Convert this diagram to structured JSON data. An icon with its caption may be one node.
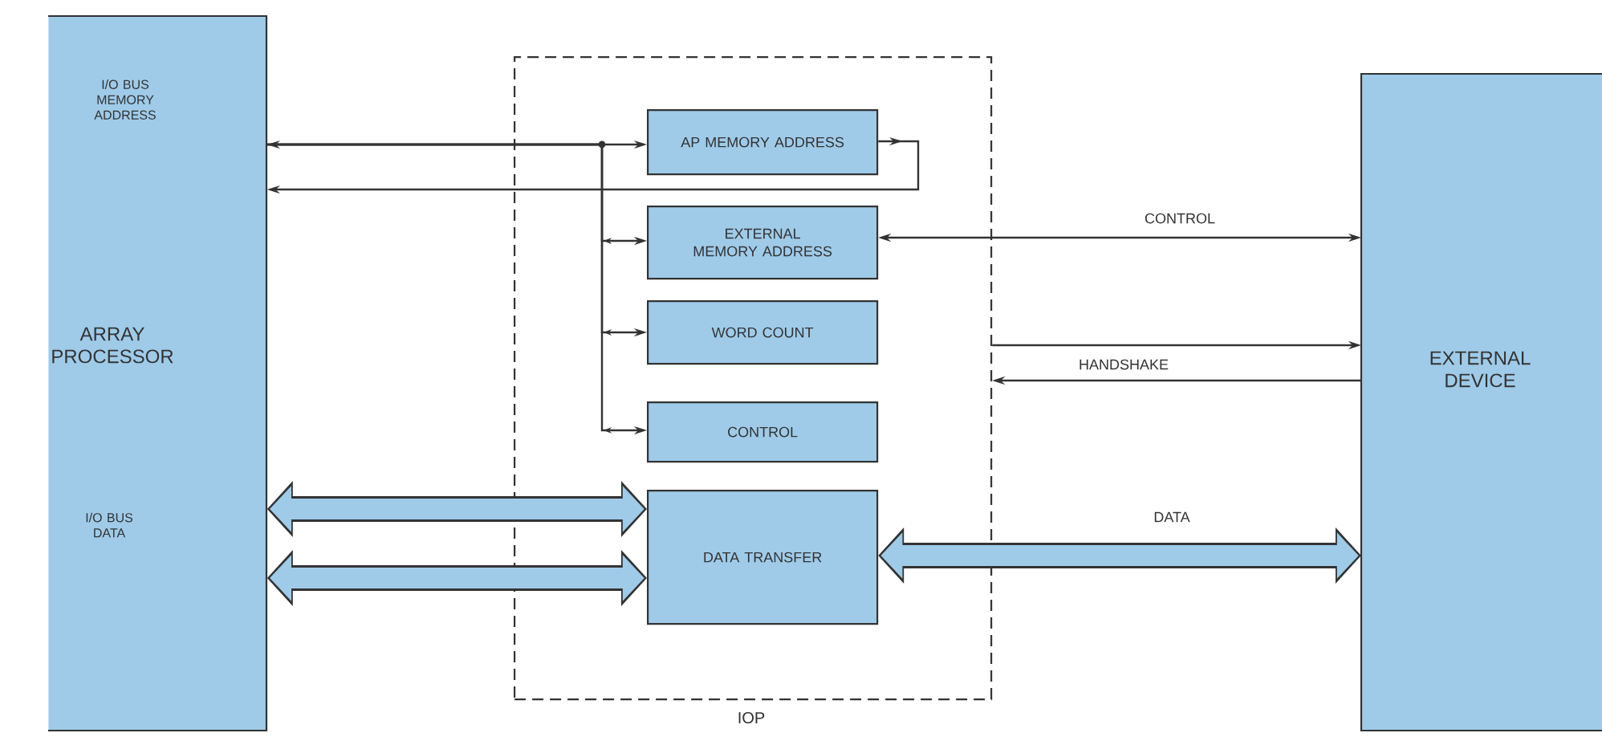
{
  "diagram": {
    "nodes": [
      {
        "text": [
          "I/O BUS MEMORY ADDRESS",
          "ARRAY PROCESSOR",
          "I/O BUS DATA"
        ]
      },
      {
        "text": [
          "IOP"
        ]
      },
      {
        "text": [
          "AP MEMORY ADDRESS"
        ],
        "in": 1
      },
      {
        "text": [
          "EXTERNAL MEMORY ADDRESS"
        ],
        "in": 1
      },
      {
        "text": [
          "WORD COUNT"
        ],
        "in": 1
      },
      {
        "text": [
          "CONTROL"
        ],
        "in": 1
      },
      {
        "text": [
          "DATA TRANSFER"
        ],
        "in": 1
      },
      {
        "text": [
          "EXTERNAL DEVICE"
        ]
      }
    ],
    "edges": [
      {
        "from": 0,
        "to": 2,
        "arrow": "both"
      },
      {
        "from": 0,
        "to": 3,
        "arrow": "to"
      },
      {
        "from": 0,
        "to": 4,
        "arrow": "to"
      },
      {
        "from": 0,
        "to": 5,
        "arrow": "to"
      },
      {
        "from": 2,
        "to": 0,
        "arrow": "to"
      },
      {
        "from": 3,
        "to": 7,
        "arrow": "both",
        "label": "CONTROL"
      },
      {
        "from": 1,
        "to": 7,
        "arrow": "to",
        "label": "HANDSHAKE"
      },
      {
        "from": 7,
        "to": 1,
        "arrow": "to"
      },
      {
        "from": 6,
        "to": 7,
        "arrow": "both",
        "label": "DATA",
        "style": "thick",
        "color": "#9fcbe9"
      },
      {
        "from": 0,
        "to": 6,
        "arrow": "both",
        "style": "thick",
        "color": "#9fcbe9"
      },
      {
        "from": 0,
        "to": 6,
        "arrow": "both",
        "style": "thick",
        "color": "#9fcbe9"
      }
    ]
  }
}
